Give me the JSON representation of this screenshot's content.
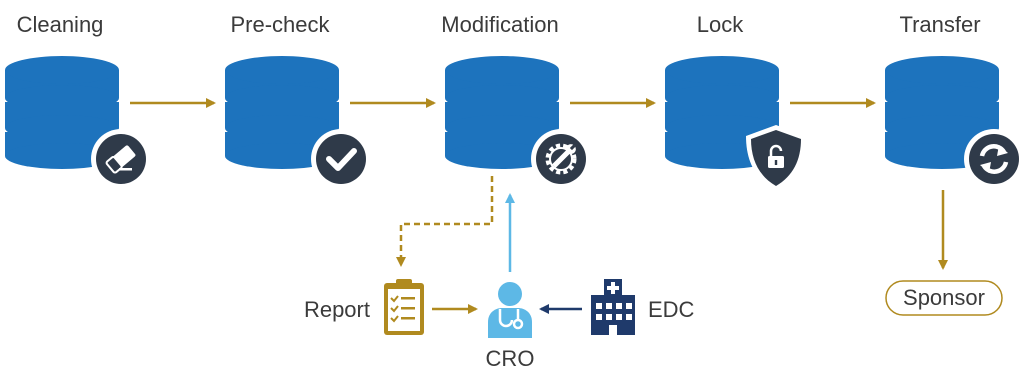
{
  "stages": [
    {
      "label": "Cleaning",
      "badge_icon": "eraser-icon"
    },
    {
      "label": "Pre-check",
      "badge_icon": "check-icon"
    },
    {
      "label": "Modification",
      "badge_icon": "gear-wrench-icon"
    },
    {
      "label": "Lock",
      "badge_icon": "shield-lock-icon"
    },
    {
      "label": "Transfer",
      "badge_icon": "sync-icon"
    }
  ],
  "nodes": {
    "report": "Report",
    "cro": "CRO",
    "edc": "EDC",
    "sponsor": "Sponsor"
  },
  "colors": {
    "database_blue": "#1d73bd",
    "badge_dark": "#2f3a49",
    "flow_gold": "#b08a1f",
    "cro_light_blue": "#5db8e6",
    "edc_navy": "#1f3a6b",
    "text": "#3b3b3b"
  }
}
